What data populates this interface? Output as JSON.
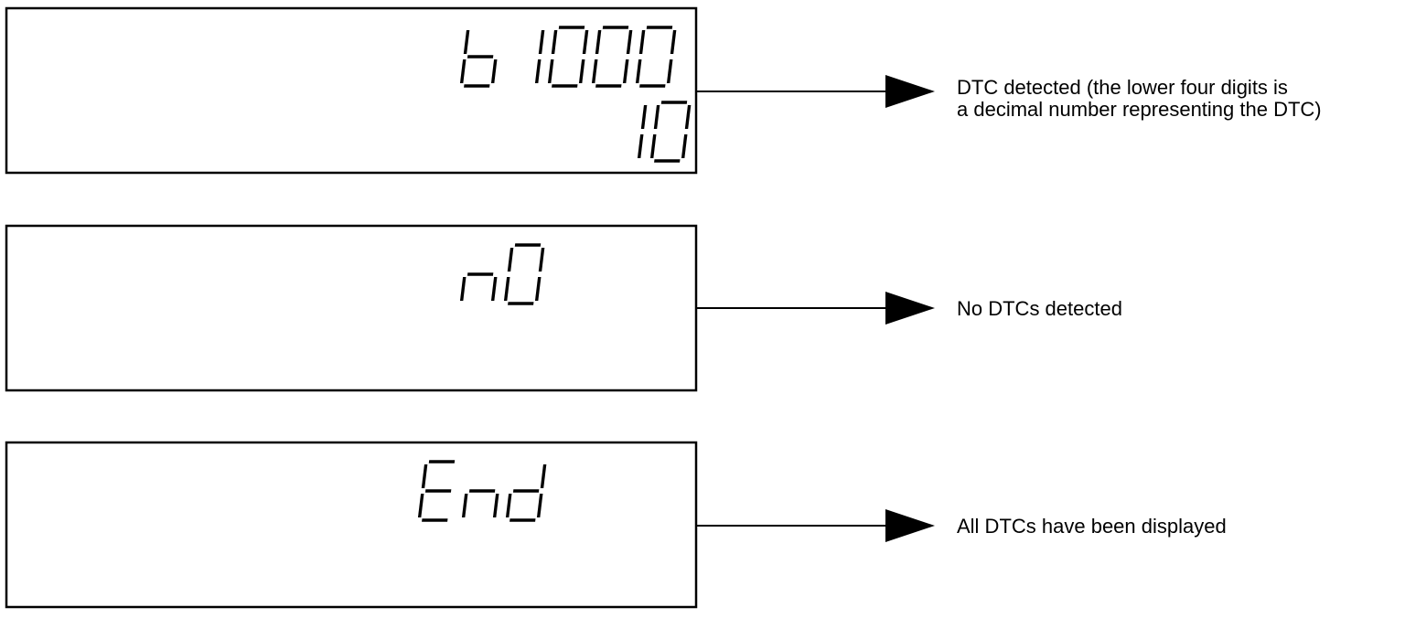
{
  "colors": {
    "ink": "#000000",
    "background": "#ffffff"
  },
  "displays": [
    {
      "lines": [
        {
          "text": "b1000",
          "glyphs": [
            "b",
            "1",
            "0",
            "0",
            "0"
          ]
        },
        {
          "text": "10",
          "glyphs": [
            "1",
            "0"
          ]
        }
      ],
      "description": [
        "DTC detected (the lower four digits is",
        "a decimal number representing the DTC)"
      ]
    },
    {
      "lines": [
        {
          "text": "no",
          "glyphs": [
            "n",
            "0"
          ]
        }
      ],
      "description": [
        "No DTCs detected"
      ]
    },
    {
      "lines": [
        {
          "text": "End",
          "glyphs": [
            "E",
            "n",
            "d"
          ]
        }
      ],
      "description": [
        "All DTCs have been displayed"
      ]
    }
  ]
}
